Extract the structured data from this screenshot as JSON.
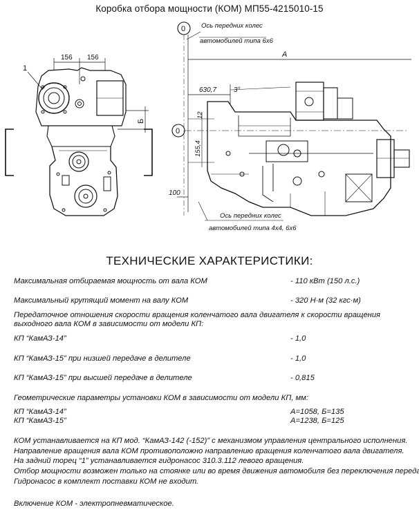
{
  "title": "Коробка отбора мощности (КОМ) МП55-4215010-15",
  "drawing": {
    "dims_left": [
      "156",
      "156"
    ],
    "callout_1": "1",
    "dim_b": "Б",
    "axis_zero_top": "0",
    "axis_zero_mid": "0",
    "axle_label_6x6_line1": "Ось передних колес",
    "axle_label_6x6_line2": "автомобилей типа 6х6",
    "axle_label_4x4_line1": "Ось передних колес",
    "axle_label_4x4_line2": "автомобилей типа 4х4, 6х6",
    "dim_a": "А",
    "dim_630": "630,7",
    "angle_3": "3°",
    "dim_12": "12",
    "dim_155": "155,4",
    "dim_100": "100"
  },
  "heading": "ТЕХНИЧЕСКИЕ ХАРАКТЕРИСТИКИ:",
  "specs": {
    "power_label": "Максимальная отбираемая мощность от вала  КОМ",
    "power_value": "- 110 кВт (150 л.с.)",
    "torque_label": "Максимальный крутящий момент на валу КОМ",
    "torque_value": "- 320 Н·м (32 кгс·м)",
    "ratio_intro_line1": "Передаточное отношения скорости вращения коленчатого вала двигателя к скорости вращения",
    "ratio_intro_line2": "выходного вала  КОМ в зависимости от модели КП:",
    "ratios": [
      {
        "label": "КП “КамАЗ-14”",
        "value": "- 1,0"
      },
      {
        "label": "КП “КамАЗ-15”  при низшей передаче в делителе",
        "value": "- 1,0"
      },
      {
        "label": "КП “КамАЗ-15”  при  высшей передаче в делителе",
        "value": "- 0,815"
      }
    ],
    "geometry_intro": "Геометрические параметры установки КОМ в зависимости от модели КП, мм:",
    "geometry": [
      {
        "label": "КП “КамАЗ-14”",
        "value": "А=1058,  Б=135"
      },
      {
        "label": "КП “КамАЗ-15”",
        "value": "А=1238,  Б=125"
      }
    ]
  },
  "notes": [
    "КОМ устанавливается на КП мод. “КамАЗ-142 (-152)”  с механизмом управления центрального исполнения.",
    "Направление вращения вала КОМ  противоположно  направлению вращения коленчатого вала двигателя.",
    "На задний торец  “1” устанавливается гидронасос  310.3.112  левого вращения.",
    "Отбор мощности возможен только на стоянке или во время движения автомобиля без переключения передач.",
    "Гидронасос в комплект поставки КОМ  не входит."
  ],
  "footer": "Включение КОМ - электропневматическое."
}
